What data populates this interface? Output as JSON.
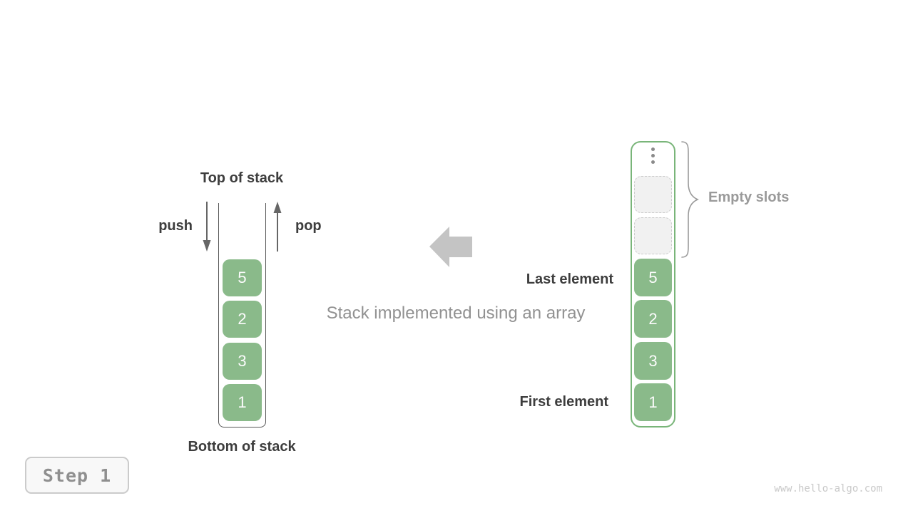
{
  "stack_panel": {
    "top_label": "Top of stack",
    "bottom_label": "Bottom of stack",
    "push_label": "push",
    "pop_label": "pop",
    "values": [
      "5",
      "2",
      "3",
      "1"
    ]
  },
  "array_panel": {
    "values": [
      "5",
      "2",
      "3",
      "1"
    ],
    "empty_slot_count": 2,
    "empty_slots_label": "Empty slots",
    "last_element_label": "Last element",
    "first_element_label": "First element"
  },
  "caption": "Stack implemented using an array",
  "step_badge": {
    "label": "Step 1"
  },
  "watermark": {
    "text": "www.hello-algo.com"
  },
  "colors": {
    "box_green": "#8aba8a",
    "array_border_green": "#79b579",
    "dark_text": "#3d3d3d",
    "gray_text": "#919191",
    "gray_label": "#9a9a9a",
    "block_arrow_gray": "#c4c4c4",
    "empty_slot_fill": "#f1f1f1",
    "empty_slot_border": "#cbcbcb",
    "stack_line": "#575757",
    "watermark_gray": "#c9c9c9"
  }
}
